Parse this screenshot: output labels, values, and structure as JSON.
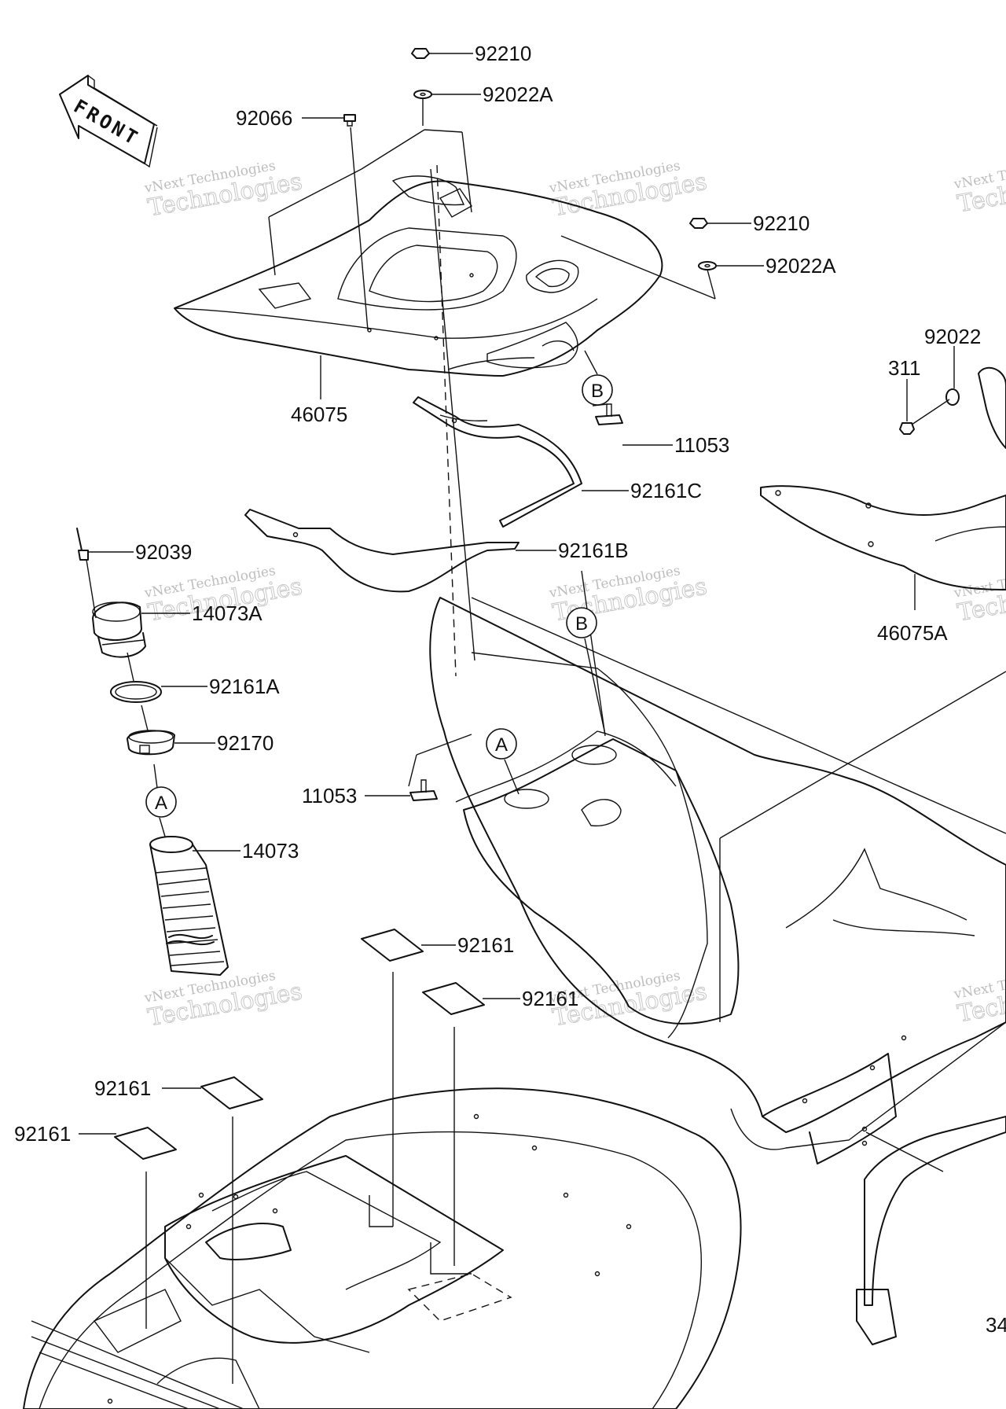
{
  "front_arrow": {
    "label": "FRONT"
  },
  "watermark": {
    "line1": "vNext Technologies",
    "line2": "Technologies"
  },
  "callouts": [
    {
      "id": "c1",
      "label": "92210"
    },
    {
      "id": "c2",
      "label": "92022A"
    },
    {
      "id": "c3",
      "label": "92066"
    },
    {
      "id": "c4",
      "label": "92210"
    },
    {
      "id": "c5",
      "label": "92022A"
    },
    {
      "id": "c6",
      "label": "92022"
    },
    {
      "id": "c7",
      "label": "311"
    },
    {
      "id": "c8",
      "label": "46075"
    },
    {
      "id": "c9",
      "label": "11053"
    },
    {
      "id": "c10",
      "label": "92161C"
    },
    {
      "id": "c11",
      "label": "92039"
    },
    {
      "id": "c12",
      "label": "92161B"
    },
    {
      "id": "c13",
      "label": "14073A"
    },
    {
      "id": "c14",
      "label": "46075A"
    },
    {
      "id": "c15",
      "label": "92161A"
    },
    {
      "id": "c16",
      "label": "92170"
    },
    {
      "id": "c17",
      "label": "11053"
    },
    {
      "id": "c18",
      "label": "14073"
    },
    {
      "id": "c19",
      "label": "92161"
    },
    {
      "id": "c20",
      "label": "92161"
    },
    {
      "id": "c21",
      "label": "92161"
    },
    {
      "id": "c22",
      "label": "92161"
    },
    {
      "id": "c23",
      "label": "34"
    }
  ],
  "ref_markers": [
    {
      "id": "r1",
      "letter": "B"
    },
    {
      "id": "r2",
      "letter": "B"
    },
    {
      "id": "r3",
      "letter": "A"
    },
    {
      "id": "r4",
      "letter": "A"
    }
  ]
}
